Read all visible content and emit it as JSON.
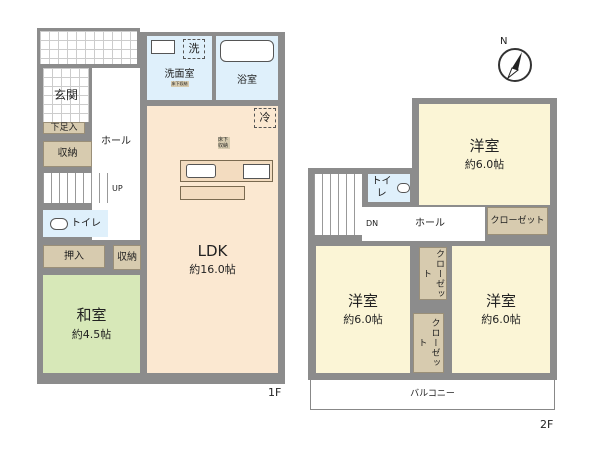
{
  "floor1": {
    "label": "1F",
    "rooms": {
      "entrance": "玄関",
      "shoe_storage": "下足入",
      "storage_hall": "収納",
      "hall": "ホール",
      "stairs_up": "UP",
      "toilet": "トイレ",
      "washroom": "洗面室",
      "washroom_underfloor": "床下収納",
      "washer": "洗",
      "bathroom": "浴室",
      "fridge": "冷",
      "underfloor_storage": "床下収納",
      "ldk": "LDK",
      "ldk_area": "約16.0帖",
      "closet_oshiire": "押入",
      "storage_ldk": "収納",
      "washitsu": "和室",
      "washitsu_area": "約4.5帖"
    }
  },
  "floor2": {
    "label": "2F",
    "rooms": {
      "bedroom_top": "洋室",
      "bedroom_top_area": "約6.0帖",
      "closet_top": "クローゼット",
      "toilet": "トイレ",
      "stairs_down": "DN",
      "hall": "ホール",
      "bedroom_left": "洋室",
      "bedroom_left_area": "約6.0帖",
      "closet_mid": "クローゼット",
      "closet_low": "クローゼット",
      "bedroom_right": "洋室",
      "bedroom_right_area": "約6.0帖",
      "balcony": "バルコニー"
    }
  },
  "compass": {
    "north": "N"
  }
}
